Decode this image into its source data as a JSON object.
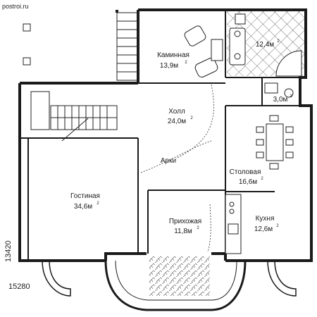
{
  "site": {
    "label": "postroi.ru"
  },
  "rooms": [
    {
      "name": "Каминная",
      "area": "13,9м",
      "unit_sup": "2"
    },
    {
      "name": "",
      "area": "12,4м",
      "unit_sup": "2"
    },
    {
      "name": "",
      "area": "3,0м",
      "unit_sup": "2"
    },
    {
      "name": "Холл",
      "area": "24,0м",
      "unit_sup": "2"
    },
    {
      "name": "Арки",
      "area": "",
      "unit_sup": ""
    },
    {
      "name": "Столовая",
      "area": "16,6м",
      "unit_sup": "2"
    },
    {
      "name": "Гостиная",
      "area": "34,6м",
      "unit_sup": "2"
    },
    {
      "name": "Прихожая",
      "area": "11,8м",
      "unit_sup": "2"
    },
    {
      "name": "Кухня",
      "area": "12,6м",
      "unit_sup": "2"
    }
  ],
  "dimensions": {
    "width": "15280",
    "height": "13420"
  }
}
